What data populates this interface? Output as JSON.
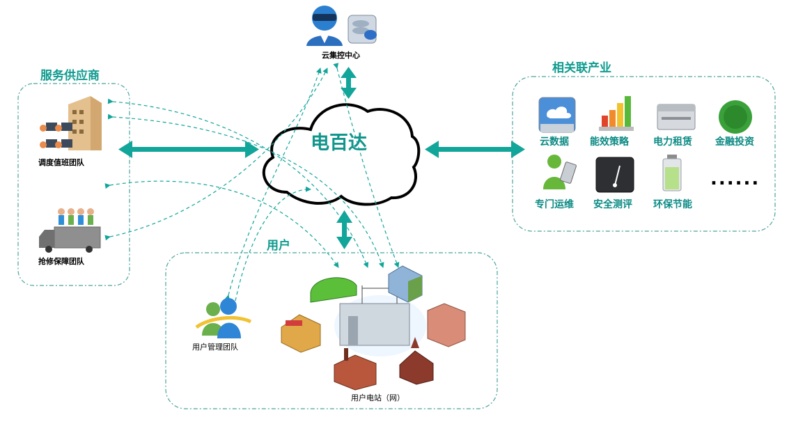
{
  "center": {
    "label": "电百达"
  },
  "top": {
    "label": "云集控中心"
  },
  "providers": {
    "title": "服务供应商",
    "dispatch_label": "调度值班团队",
    "repair_label": "抢修保障团队"
  },
  "industry": {
    "title": "相关联产业",
    "items": [
      {
        "label": "云数据",
        "icon": "cloud-data-icon"
      },
      {
        "label": "能效策略",
        "icon": "bar-chart-icon"
      },
      {
        "label": "电力租赁",
        "icon": "server-icon"
      },
      {
        "label": "金融投资",
        "icon": "money-bag-icon"
      },
      {
        "label": "专门运维",
        "icon": "user-phone-icon"
      },
      {
        "label": "安全测评",
        "icon": "gauge-icon"
      },
      {
        "label": "环保节能",
        "icon": "battery-icon"
      }
    ],
    "more": "......"
  },
  "users": {
    "title": "用户",
    "team_label": "用户管理团队",
    "station_label": "用户电站（网）"
  },
  "colors": {
    "accent": "#0e9a8e",
    "arrow": "#12a59a",
    "border": "#4aa39b"
  }
}
